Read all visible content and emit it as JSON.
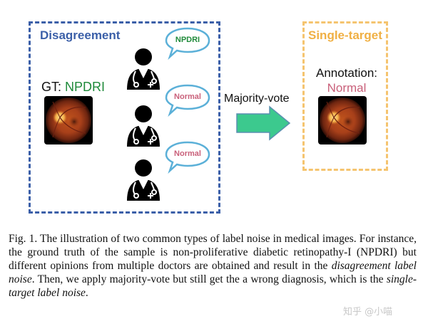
{
  "figure": {
    "left_panel_title": "Disagreement",
    "right_panel_title": "Single-target",
    "gt_prefix": "GT: ",
    "gt_value": "NPDRI",
    "annotation_label": "Annotation:",
    "annotation_value": "Normal",
    "arrow_label": "Majority-vote",
    "opinions": [
      "NPDRI",
      "Normal",
      "Normal"
    ],
    "colors": {
      "left_border": "#3b5fa8",
      "right_border": "#f5c46f",
      "npdri": "#1f8a3a",
      "normal": "#c9607a",
      "bubble_border": "#5bb0d8",
      "arrow_fill": "#3cc98e"
    },
    "icons": [
      "doctor-icon",
      "speech-bubble-icon",
      "fundus-image",
      "right-arrow-icon"
    ]
  },
  "caption": {
    "part1": "Fig. 1.   The illustration of two common types of label noise in medical images. For instance, the ground truth of the sample is non-proliferative diabetic retinopathy-I (NPDRI) but different opinions from multiple doctors are obtained and result in the ",
    "italic1": "disagreement label noise",
    "part2": ". Then, we apply majority-vote but still get the a wrong diagnosis, which is the ",
    "italic2": "single-target label noise",
    "part3": "."
  },
  "watermark": "知乎 @小喵"
}
